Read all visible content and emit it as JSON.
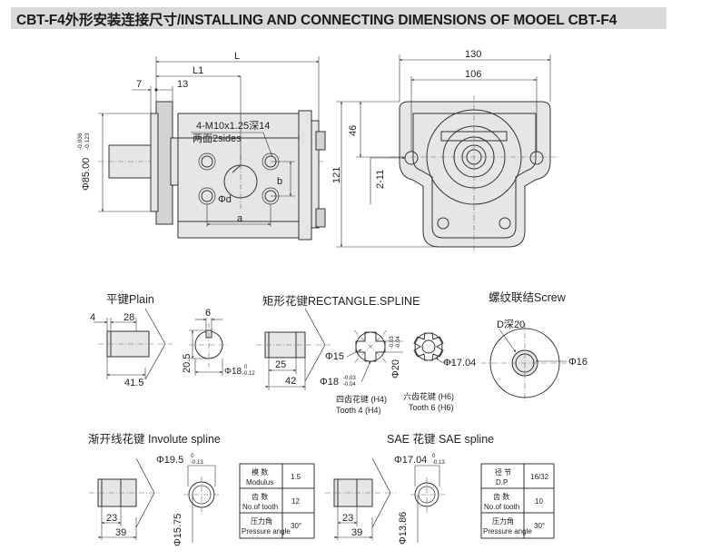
{
  "title": "CBT-F4外形安装连接尺寸/INSTALLING AND CONNECTING DIMENSIONS OF MOOEL CBT-F4",
  "main_view": {
    "dim_L": "L",
    "dim_L1": "L1",
    "dim_7": "7",
    "dim_13": "13",
    "dim_phi85": "Φ85.00",
    "tol_phi85_upper": "-0.036",
    "tol_phi85_lower": "-0.123",
    "note_line1": "4-M10x1.25深14",
    "note_line2": "两面2sides",
    "dim_b": "b",
    "dim_a": "a",
    "dim_phiD": "Φd"
  },
  "side_view": {
    "dim_130": "130",
    "dim_106": "106",
    "dim_46": "46",
    "dim_121": "121",
    "dim_2_11": "2-11"
  },
  "plain": {
    "title": "平键Plain",
    "dim_4": "4",
    "dim_28": "28",
    "dim_41_5": "41.5",
    "dim_6": "6",
    "dim_20_5": "20.5",
    "dim_phi18": "Φ18",
    "tol_phi18_upper": "0",
    "tol_phi18_lower": "-0.12"
  },
  "rect_spline": {
    "title": "矩形花键RECTANGLE.SPLINE",
    "dim_25": "25",
    "dim_42": "42",
    "dim_phi15": "Φ15",
    "dim_phi18": "Φ18",
    "tol_phi18_upper": "-0.03",
    "tol_phi18_lower": "-0.04",
    "dim_phi20": "Φ20",
    "tol_phi20_upper": "-0.03",
    "tol_phi20_lower": "-0.04",
    "h4_cn": "四齿花键 (H4)",
    "h4_en": "Tooth 4 (H4)",
    "h6_cn": "六齿花键 (H6)",
    "h6_en": "Tooth 6 (H6)",
    "dim_phi17_04": "Φ17.04"
  },
  "screw": {
    "title": "螺纹联结Screw",
    "dim_D20": "D深20",
    "dim_phi16": "Φ16"
  },
  "involute": {
    "title": "渐开线花键  Involute spline",
    "dim_phi19_5": "Φ19.5",
    "tol_upper": "0",
    "tol_lower": "-0.13",
    "dim_23": "23",
    "dim_39": "39",
    "dim_phi15_75": "Φ15.75",
    "table": [
      {
        "cn": "模 数",
        "en": "Modulus",
        "value": "1.5"
      },
      {
        "cn": "齿 数",
        "en": "No.of tooth",
        "value": "12"
      },
      {
        "cn": "压力角",
        "en": "Pressure angle",
        "value": "30°"
      }
    ]
  },
  "sae": {
    "title": "SAE 花键  SAE spline",
    "dim_phi17_04": "Φ17.04",
    "tol_upper": "0",
    "tol_lower": "-0.13",
    "dim_23": "23",
    "dim_39": "39",
    "dim_phi13_86": "Φ13.86",
    "table": [
      {
        "cn": "径 节",
        "en": "D.P",
        "value": "16/32"
      },
      {
        "cn": "齿 数",
        "en": "No.of tooth",
        "value": "10"
      },
      {
        "cn": "压力角",
        "en": "Pressure angle",
        "value": "30°"
      }
    ]
  }
}
